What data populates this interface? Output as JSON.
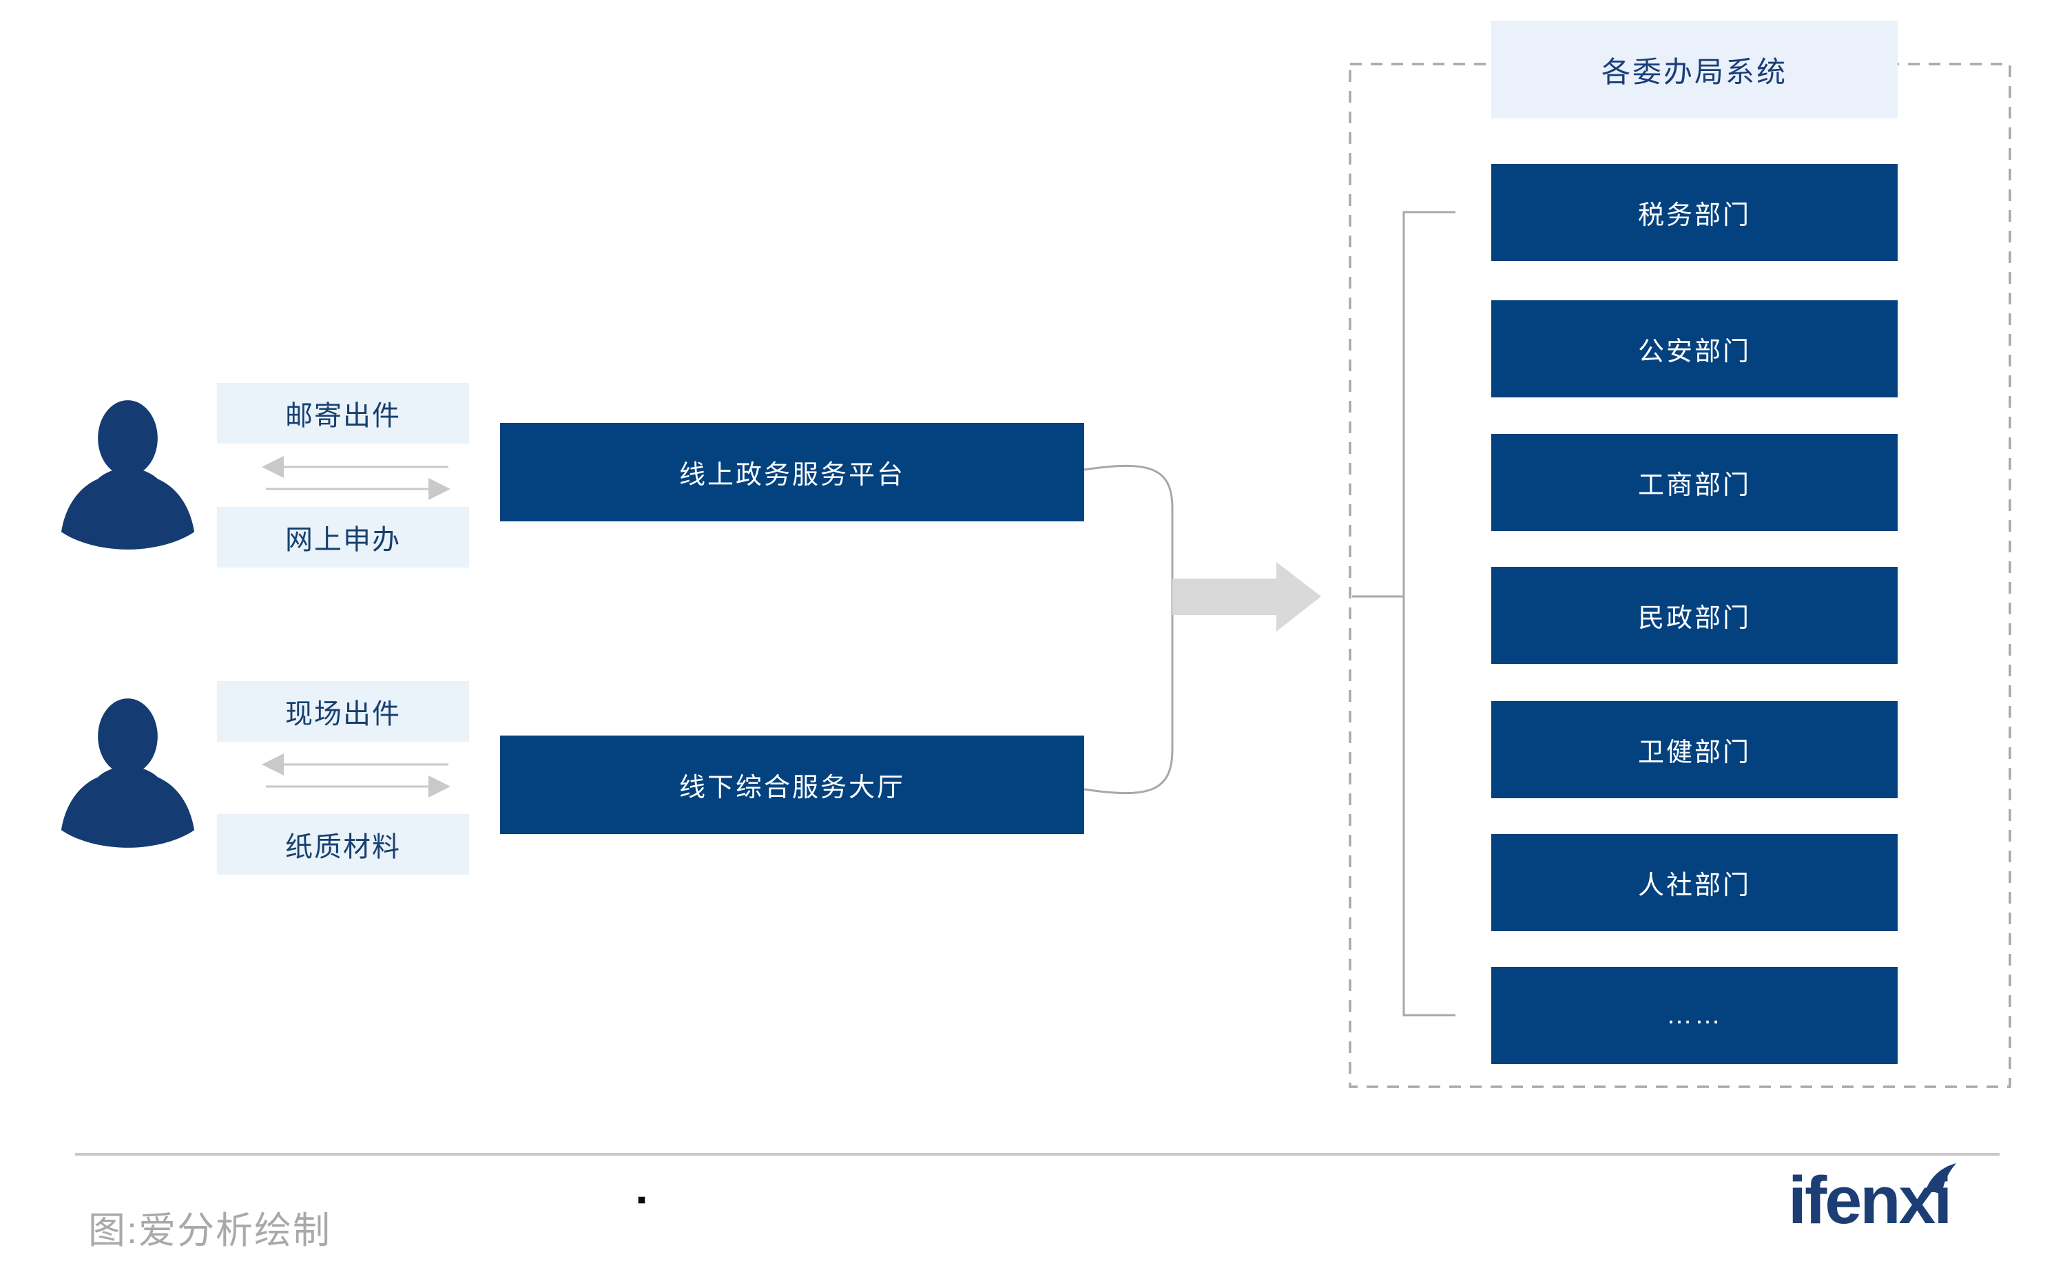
{
  "diagram_title": "各委办局系统",
  "actors": [
    {
      "role": "citizen-online",
      "top_label": "邮寄出件",
      "bottom_label": "网上申办"
    },
    {
      "role": "citizen-offline",
      "top_label": "现场出件",
      "bottom_label": "纸质材料"
    }
  ],
  "platforms": [
    "线上政务服务平台",
    "线下综合服务大厅"
  ],
  "departments": {
    "header": "各委办局系统",
    "items": [
      "税务部门",
      "公安部门",
      "工商部门",
      "民政部门",
      "卫健部门",
      "人社部门",
      "……"
    ]
  },
  "footer": {
    "caption": "图:爱分析绘制",
    "logo_text": "ifenxi"
  },
  "icons": {
    "person": "user-silhouette",
    "exchange": "double-horizontal-arrows",
    "flow": "thick-right-arrow",
    "logo_mark": "swoosh-check"
  },
  "colors": {
    "deep_blue": "#04417F",
    "navy_text": "#17406F",
    "light_blue_bg": "#EAF2FA",
    "header_bg": "#EAF1FA",
    "person_navy": "#153C72",
    "line_gray": "#A8A8A8",
    "flow_arrow_fill": "#D9D9D9",
    "exchange_arrow_gray": "#C9C9C9",
    "caption_gray": "#A9A9A9",
    "logo_navy": "#1C3E74"
  }
}
